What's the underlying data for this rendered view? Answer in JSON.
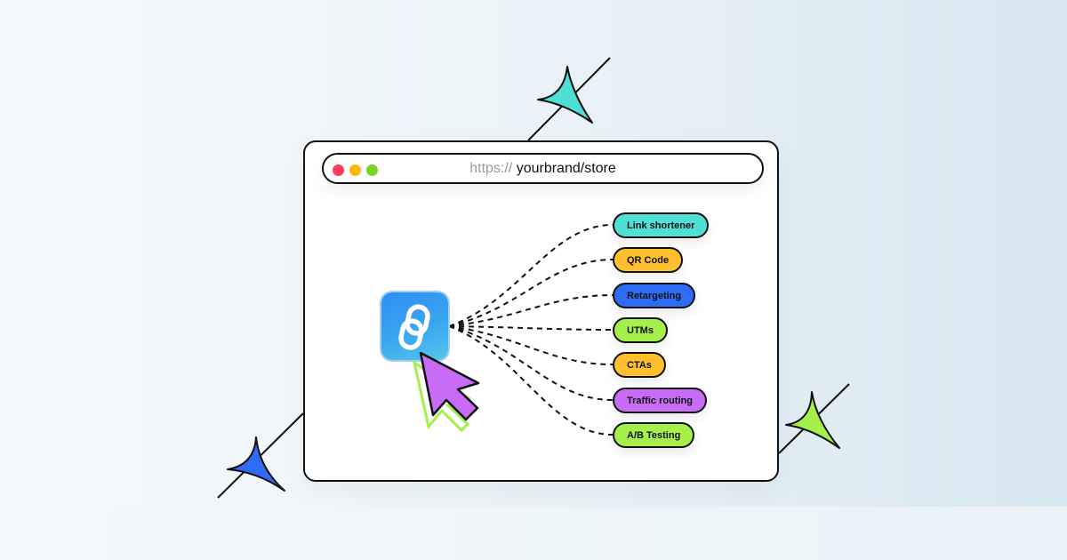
{
  "browser": {
    "url_protocol": "https://",
    "url_path": " yourbrand/store",
    "dots": [
      "#ff3b5c",
      "#ffb900",
      "#7ed321"
    ]
  },
  "features": [
    {
      "label": "Link shortener",
      "color": "#4ee0d5"
    },
    {
      "label": "QR Code",
      "color": "#ffbf2e"
    },
    {
      "label": "Retargeting",
      "color": "#2f6cf6"
    },
    {
      "label": "UTMs",
      "color": "#a6f04b"
    },
    {
      "label": "CTAs",
      "color": "#ffbf2e"
    },
    {
      "label": "Traffic routing",
      "color": "#c86cf5"
    },
    {
      "label": "A/B Testing",
      "color": "#a6f04b"
    }
  ],
  "icons": {
    "app": "chain-link-icon",
    "cursor": "pointer-cursor-icon",
    "sparkles": [
      "sparkle-teal-icon",
      "sparkle-blue-icon",
      "sparkle-lime-icon"
    ]
  },
  "colors": {
    "sparkle_teal": "#4ee0d5",
    "sparkle_blue": "#2f6cf6",
    "sparkle_lime": "#a6f04b",
    "cursor_fill": "#c86cf5",
    "cursor_shadow": "#a6f04b"
  }
}
